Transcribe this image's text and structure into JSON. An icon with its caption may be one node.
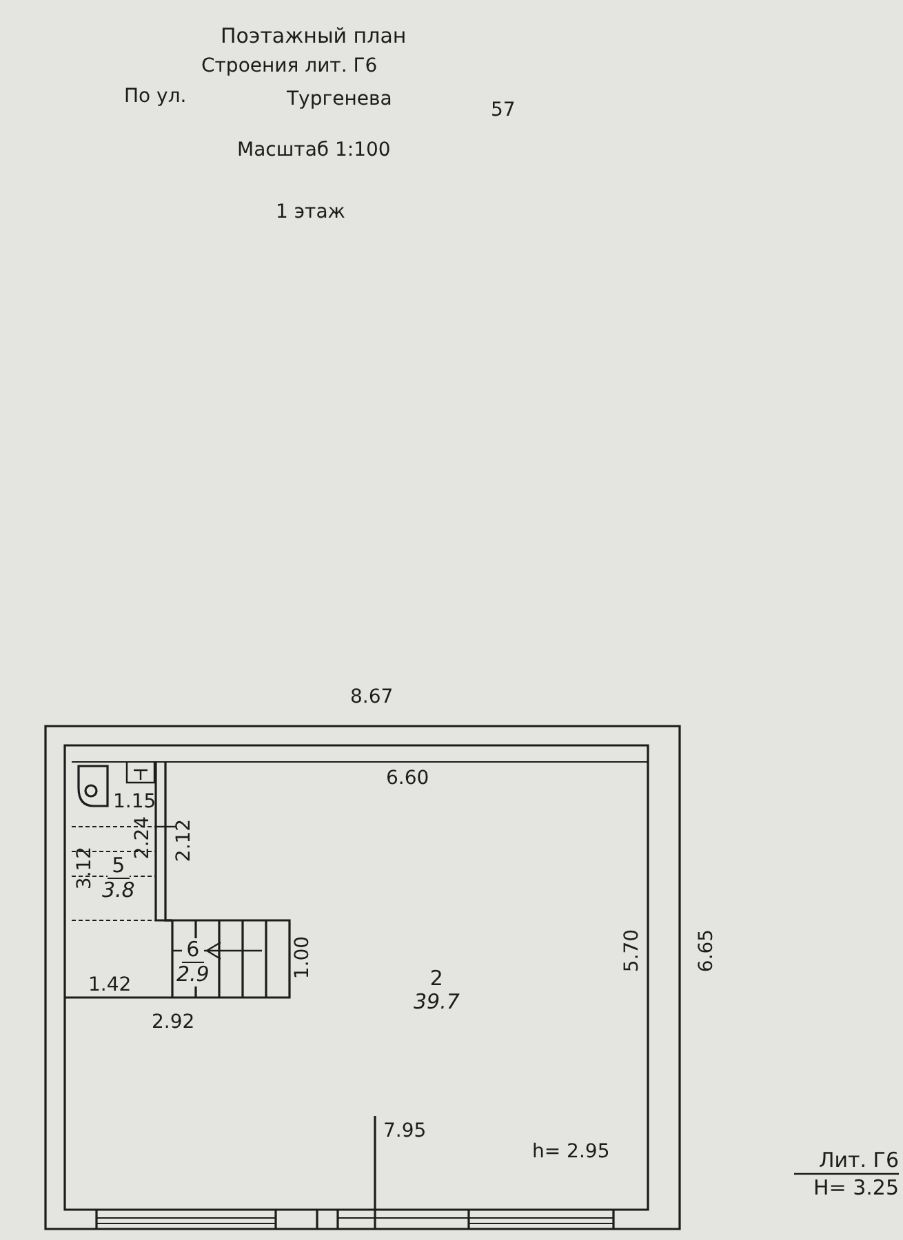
{
  "diagram": {
    "title": "Поэтажный план",
    "nodes": [
      {
        "text": [
          "5",
          "3.8"
        ]
      },
      {
        "text": [
          "6",
          "2.9"
        ]
      },
      {
        "text": [
          "2",
          "39.7"
        ]
      }
    ],
    "edges": [],
    "labels": [
      "Строения лит. Г6",
      "По ул.",
      "Тургенева",
      "57",
      "Масштаб 1:100",
      "1 этаж",
      "8.67",
      "6.60",
      "1.15",
      "2.24",
      "2.12",
      "3.12",
      "1.42",
      "1.00",
      "5.70",
      "6.65",
      "2.92",
      "7.95",
      "h= 2.95",
      "Лит. Г6",
      "H= 3.25"
    ]
  }
}
